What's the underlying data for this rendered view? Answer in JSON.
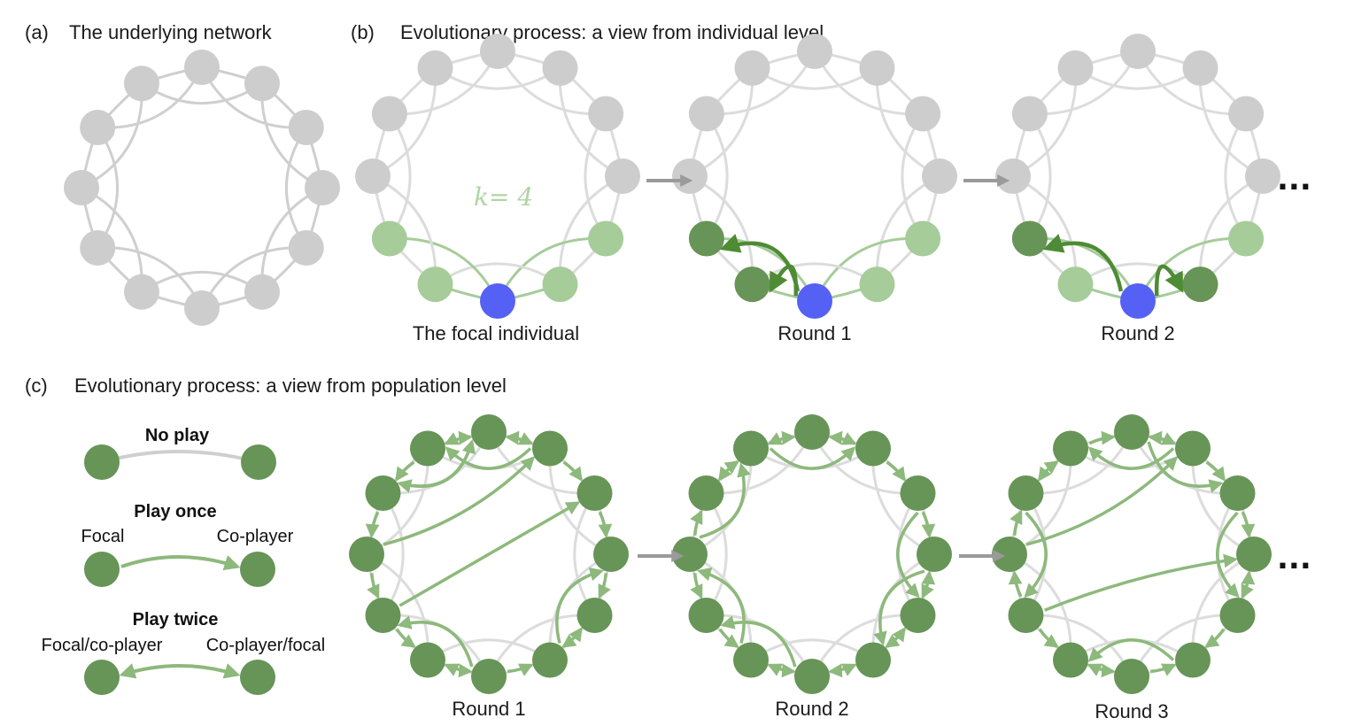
{
  "panel_a": {
    "letter": "(a)",
    "title": "The underlying network"
  },
  "panel_b": {
    "letter": "(b)",
    "title": "Evolutionary process: a view from individual level",
    "k_label": "k= 4",
    "captions": [
      "The focal individual",
      "Round 1",
      "Round 2"
    ],
    "ellipsis": "..."
  },
  "panel_c": {
    "letter": "(c)",
    "title": "Evolutionary process: a view from population level",
    "captions": [
      "Round 1",
      "Round 2",
      "Round 3"
    ],
    "ellipsis": "..."
  },
  "legend": {
    "no_play": "No play",
    "play_once": "Play once",
    "focal": "Focal",
    "co_player": "Co-player",
    "play_twice": "Play twice",
    "focal_co": "Focal/co-player",
    "co_focal": "Co-player/focal"
  },
  "colors": {
    "gray_node": "#cdcdcd",
    "gray_edge": "#cfcfcf",
    "focal_blue": "#5560f5",
    "light_green": "#a6cc9a",
    "dark_green": "#679457",
    "arrow_green": "#4e8b35",
    "arrow_gray": "#9a9a9a"
  },
  "network": {
    "nodes": 12,
    "k": 4
  }
}
